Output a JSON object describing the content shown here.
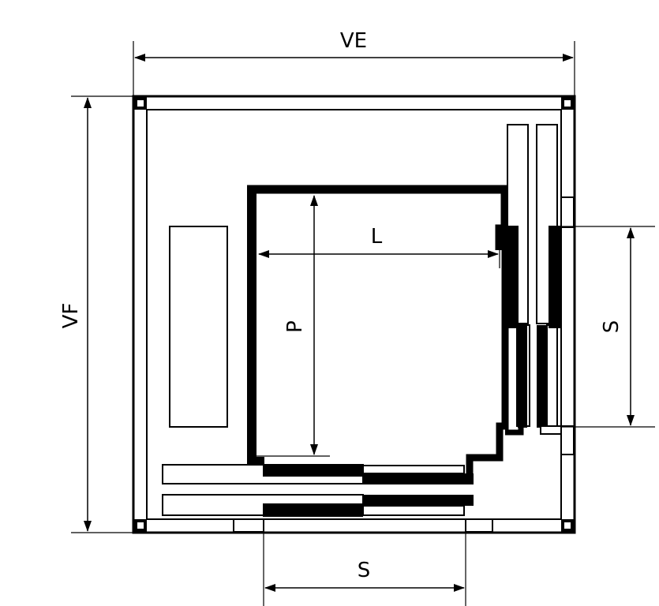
{
  "diagram": {
    "labels": {
      "top_width": "VE",
      "left_depth": "VF",
      "car_width": "L",
      "car_depth": "P",
      "side_opening": "S",
      "bottom_opening": "S"
    },
    "colors": {
      "line": "#000000",
      "background": "#ffffff"
    }
  }
}
